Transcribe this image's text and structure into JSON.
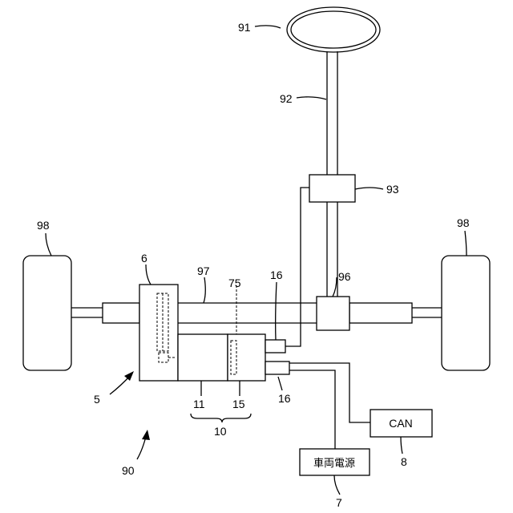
{
  "labels": {
    "steering_wheel": "91",
    "steering_shaft": "92",
    "torque_sensor": "93",
    "wheel_left": "98",
    "wheel_right": "98",
    "housing": "6",
    "rack_shaft": "97",
    "sensor": "75",
    "connector_upper": "16",
    "connector_lower": "16",
    "pinion": "96",
    "unit": "5",
    "motor": "11",
    "ecu": "15",
    "motor_ecu_group": "10",
    "vehicle": "90",
    "can_ref": "8",
    "power_ref": "7"
  },
  "boxes": {
    "can": "CAN",
    "power": "車両電源"
  }
}
